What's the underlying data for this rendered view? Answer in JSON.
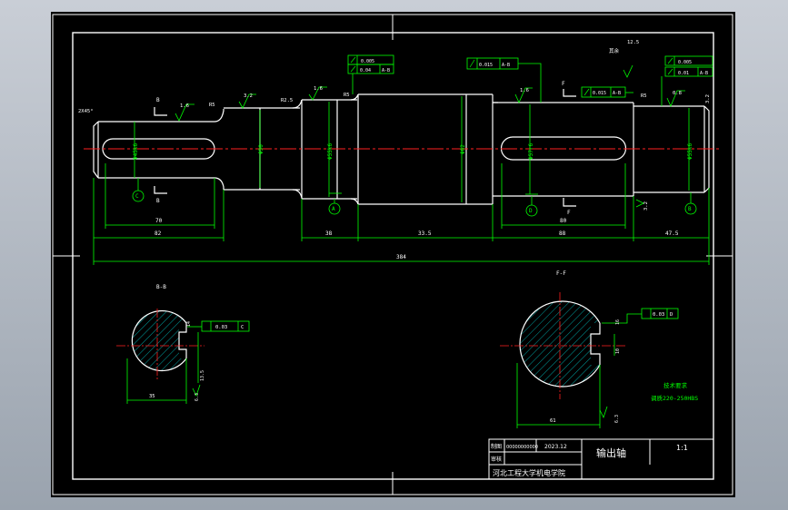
{
  "colors": {
    "background": "#000000",
    "frame": "#ffffff",
    "geometry": "#ffffff",
    "dimension": "#00ff00",
    "centerline": "#ff0000",
    "hatch": "#00c8c8",
    "text_white": "#ffffff"
  },
  "shaft": {
    "chamfer_note": "2X45°",
    "dims_bottom": {
      "key_left_len": "70",
      "seg1": "82",
      "seg2": "38",
      "seg3": "33.5",
      "seg4": "88",
      "seg5": "47.5",
      "total": "384",
      "key_right_len": "80"
    },
    "diameters": {
      "d1": "Φ45k6",
      "d2": "Φ50",
      "d3": "Φ55k6",
      "d4": "Φ62",
      "d5": "Φ57r6",
      "d6": "Φ55k6"
    },
    "radius": {
      "r1": "R5",
      "r2": "R5",
      "r3": "R5"
    },
    "roughness": {
      "ra1": "1.6",
      "ra2": "3.2",
      "ra3": "R2.5",
      "ra4": "1.6",
      "ra5": "1.6",
      "ra6": "0.8",
      "ra7": "3.2",
      "ra8": "3.2",
      "ra9": "1.6",
      "ra_rest": "12.5",
      "rest_label": "其余"
    },
    "section_marks": {
      "b": "B",
      "f": "F"
    },
    "datums": {
      "a": "A",
      "b": "B",
      "c": "C",
      "d": "D"
    },
    "tolerances": {
      "left_runout": "0.005",
      "left_runout2": "0.04",
      "left_ref": "A-B",
      "mid_runout": "0.015",
      "mid_ref": "A-B",
      "right_cyl": "0.005",
      "right_runout": "0.01",
      "right_ref": "A-B",
      "f_runout": "0.015",
      "f_ref": "A-B"
    }
  },
  "section_bb": {
    "title": "B-B",
    "sym_tol": "0.03",
    "sym_ref": "C",
    "key_depth": "13.5",
    "key_width": "14",
    "dia": "35",
    "rough": "6.3"
  },
  "section_ff": {
    "title": "F-F",
    "sym_tol": "0.03",
    "sym_ref": "D",
    "key_width": "16",
    "key_depth": "10",
    "dia": "61",
    "rough": "6.3"
  },
  "notes": {
    "title": "技术要求",
    "line1": "调质220-250HBS"
  },
  "titleblock": {
    "designer_label": "制图",
    "designer": "00000000000",
    "checker_label": "审核",
    "date": "2023.12",
    "part_name": "输出轴",
    "scale": "1:1",
    "school": "河北工程大学机电学院"
  }
}
